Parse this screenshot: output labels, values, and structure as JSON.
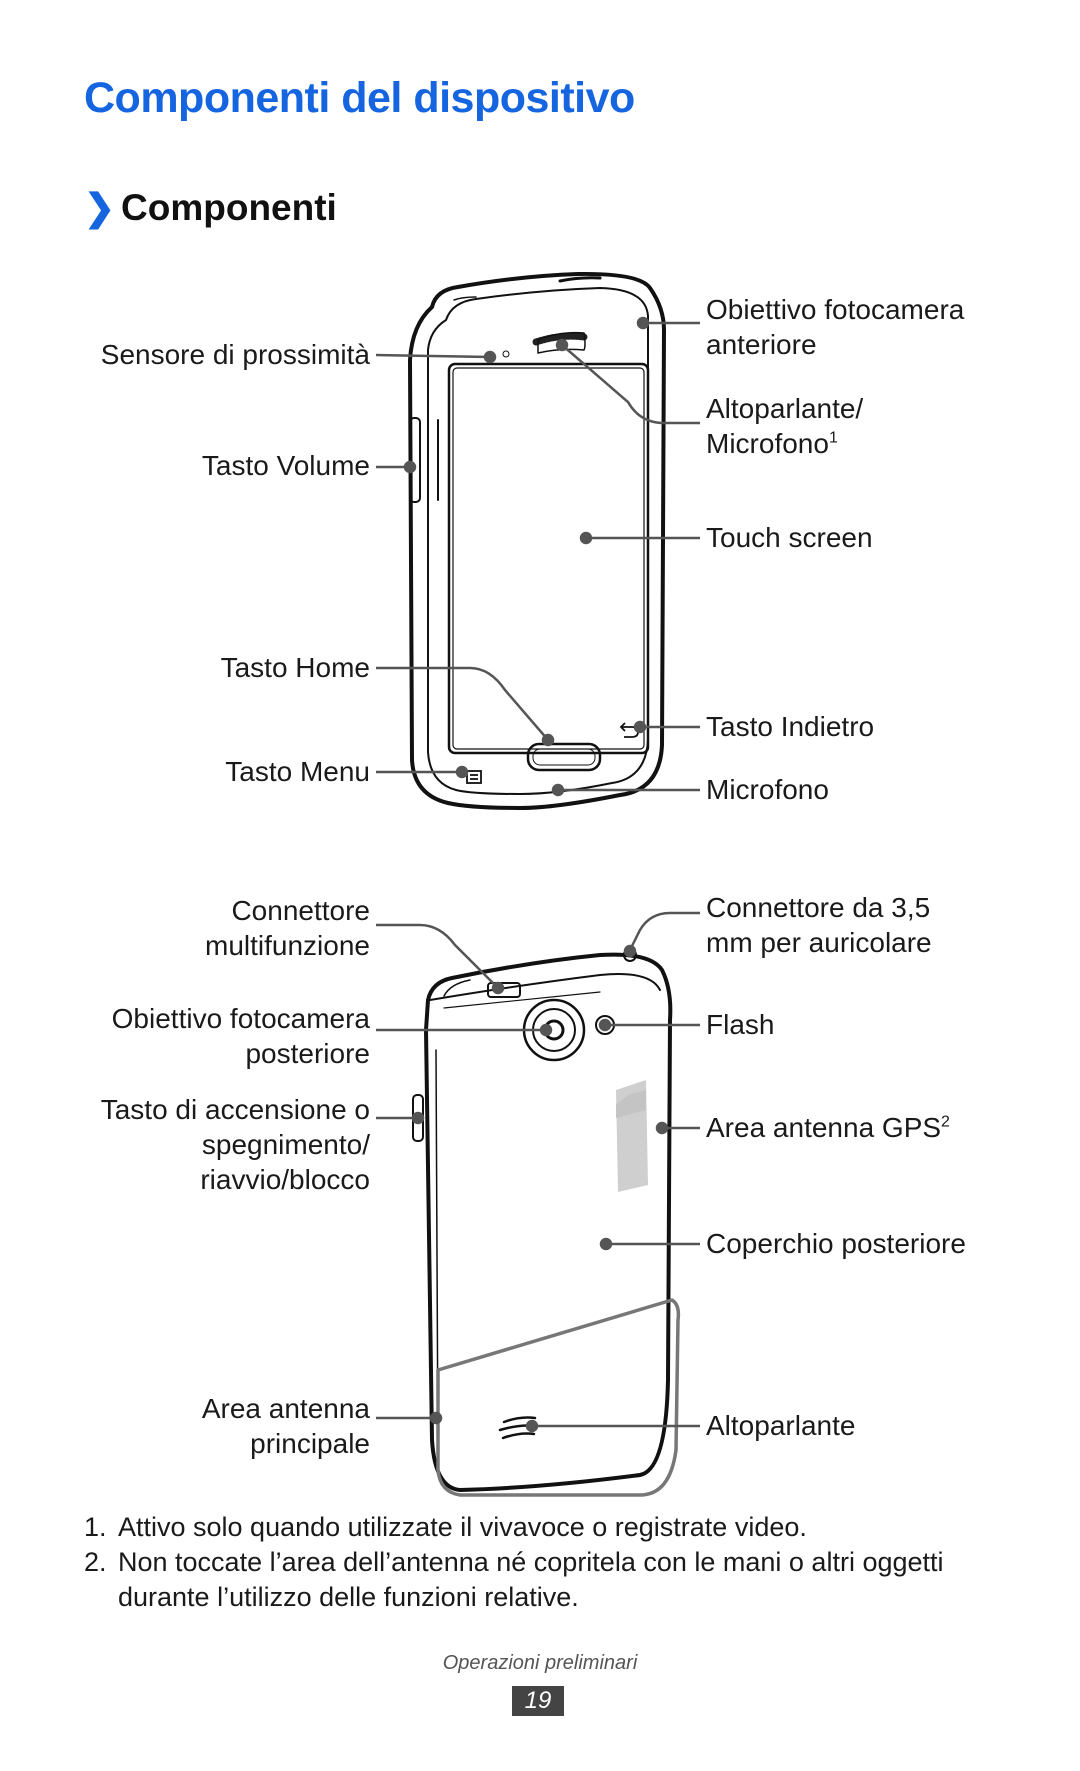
{
  "page_title": "Componenti del dispositivo",
  "section": {
    "chevron": "❯",
    "heading": "Componenti"
  },
  "front_labels": {
    "proximity_sensor": "Sensore di prossimità",
    "volume_key": "Tasto Volume",
    "home_key": "Tasto Home",
    "menu_key": "Tasto Menu",
    "front_camera_line1": "Obiettivo fotocamera",
    "front_camera_line2": "anteriore",
    "speaker_mic_line1": "Altoparlante/",
    "speaker_mic_line2": "Microfono",
    "speaker_mic_sup": "1",
    "touch_screen": "Touch screen",
    "back_key": "Tasto Indietro",
    "microphone": "Microfono"
  },
  "back_labels": {
    "multifunction_line1": "Connettore",
    "multifunction_line2": "multifunzione",
    "rear_camera_line1": "Obiettivo fotocamera",
    "rear_camera_line2": "posteriore",
    "power_key_line1": "Tasto di accensione o",
    "power_key_line2": "spegnimento/",
    "power_key_line3": "riavvio/blocco",
    "main_antenna_line1": "Area antenna",
    "main_antenna_line2": "principale",
    "headset_jack_line1": "Connettore da 3,5",
    "headset_jack_line2": "mm per auricolare",
    "flash": "Flash",
    "gps_antenna": "Area antenna GPS",
    "gps_antenna_sup": "2",
    "back_cover": "Coperchio posteriore",
    "speaker": "Altoparlante"
  },
  "notes": [
    {
      "num": "1.",
      "text": "Attivo solo quando utilizzate il vivavoce o registrate video."
    },
    {
      "num": "2.",
      "text": "Non toccate l’area dell’antenna né copritela con le mani o altri oggetti durante l’utilizzo delle funzioni relative."
    }
  ],
  "footer": {
    "section": "Operazioni preliminari",
    "page_number": "19"
  },
  "colors": {
    "title_blue": "#1565e0",
    "page_number_bg": "#444444"
  },
  "icons": [
    "back-arrow-icon",
    "menu-icon",
    "home-button-icon",
    "speaker-grille-icon"
  ]
}
